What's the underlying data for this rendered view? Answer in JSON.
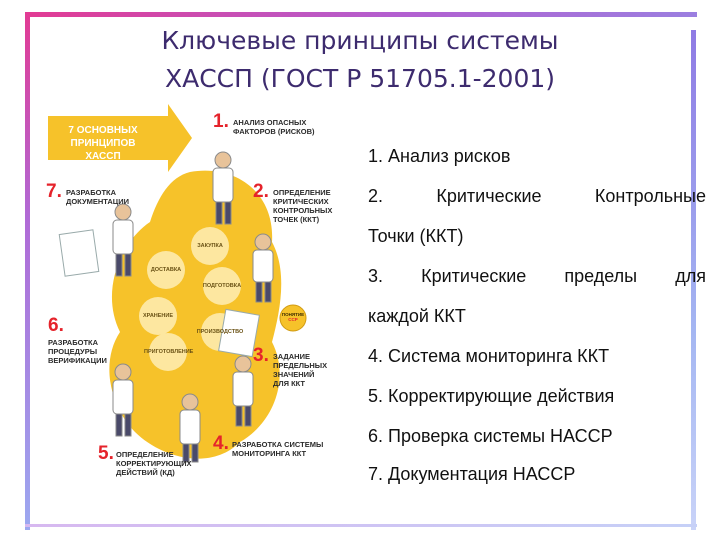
{
  "slide": {
    "title_line1": "Ключевые принципы системы",
    "title_line2": "ХАССП (ГОСТ Р 51705.1-2001)",
    "colors": {
      "title": "#3d2b6e",
      "frame": "#b35fd0",
      "accent_yellow": "#f6c22a",
      "number_red": "#e5232b"
    }
  },
  "infographic": {
    "arrow_label_line1": "7 ОСНОВНЫХ",
    "arrow_label_line2": "ПРИНЦИПОВ ХАССП",
    "principles": [
      {
        "num": "1.",
        "line1": "АНАЛИЗ ОПАСНЫХ",
        "line2": "ФАКТОРОВ (РИСКОВ)"
      },
      {
        "num": "2.",
        "line1": "ОПРЕДЕЛЕНИЕ",
        "line2": "КРИТИЧЕСКИХ",
        "line3": "КОНТРОЛЬНЫХ",
        "line4": "ТОЧЕК (ККТ)"
      },
      {
        "num": "3.",
        "line1": "ЗАДАНИЕ",
        "line2": "ПРЕДЕЛЬНЫХ",
        "line3": "ЗНАЧЕНИЙ",
        "line4": "ДЛЯ ККТ"
      },
      {
        "num": "4.",
        "line1": "РАЗРАБОТКА СИСТЕМЫ",
        "line2": "МОНИТОРИНГА ККТ"
      },
      {
        "num": "5.",
        "line1": "ОПРЕДЕЛЕНИЕ",
        "line2": "КОРРЕКТИРУЮЩИХ",
        "line3": "ДЕЙСТВИЙ (КД)"
      },
      {
        "num": "6.",
        "line1": "РАЗРАБОТКА",
        "line2": "ПРОЦЕДУРЫ",
        "line3": "ВЕРИФИКАЦИИ"
      },
      {
        "num": "7.",
        "line1": "РАЗРАБОТКА",
        "line2": "ДОКУМЕНТАЦИИ"
      }
    ],
    "stages": [
      "ЗАКУПКА",
      "ДОСТАВКА",
      "ПОДГОТОВКА",
      "ХРАНЕНИЕ",
      "ПРОИЗВОДСТВО",
      "ПРИГОТОВЛЕНИЕ"
    ],
    "ccp_badge_line1": "ПОНЯТИЕ",
    "ccp_badge_line2": "CCP"
  },
  "list": {
    "item1": "1. Анализ рисков",
    "item2_words": [
      "2.",
      "Критические",
      "Контрольные"
    ],
    "item2_cont": "Точки (ККТ)",
    "item3_words": [
      "3.",
      "Критические",
      "пределы",
      "для"
    ],
    "item3_cont": "каждой ККТ",
    "item4": "4. Система мониторинга ККТ",
    "item5": "5. Корректирующие действия",
    "item6": "6. Проверка системы НАССР",
    "item7": "7. Документация НАССР"
  }
}
